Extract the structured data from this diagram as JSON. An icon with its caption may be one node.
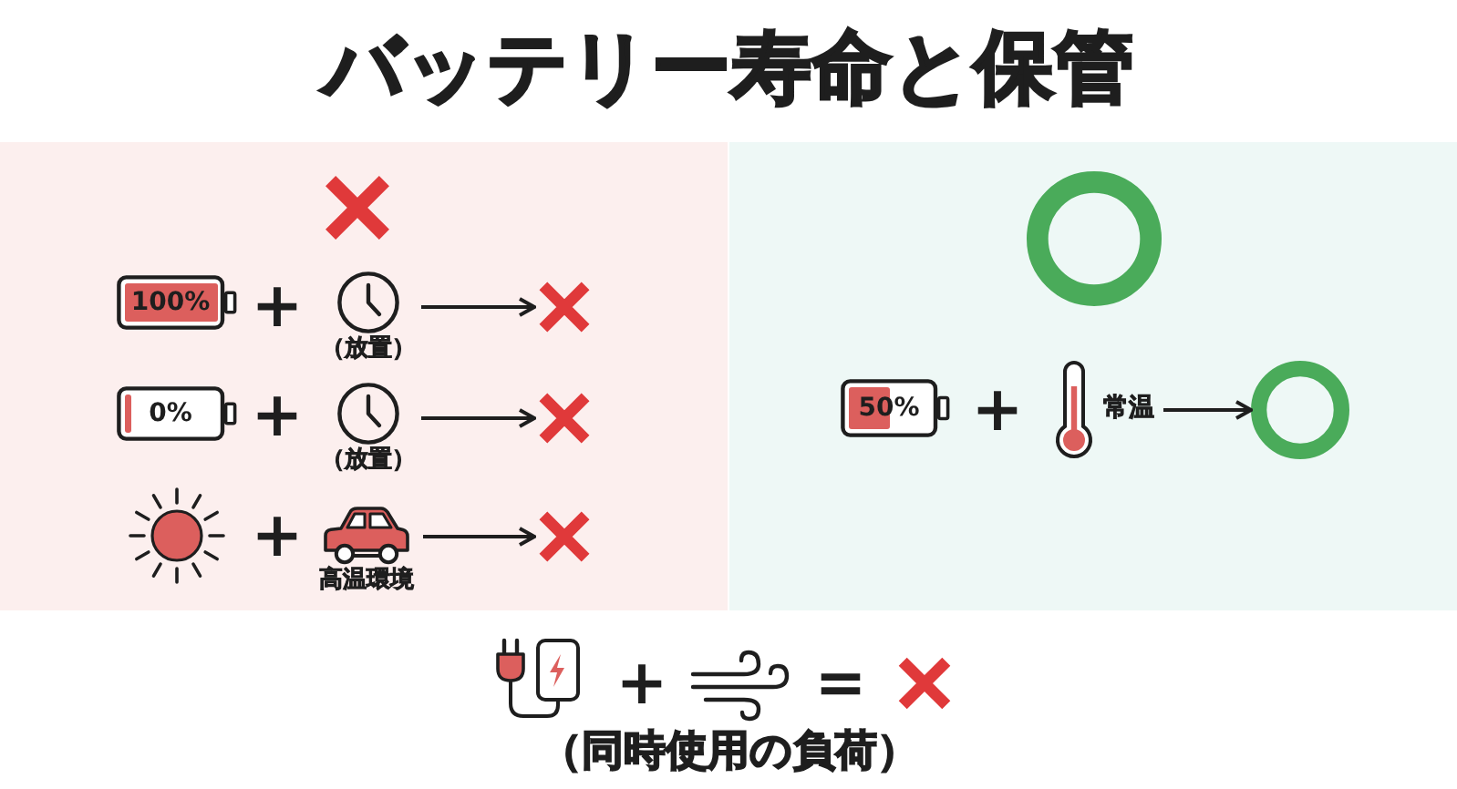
{
  "diagram": {
    "title": "バッテリー寿命と保管",
    "nodes": [
      {
        "text": [],
        "shape": "box"
      },
      {
        "text": [],
        "shape": "cross",
        "in": 0
      },
      {
        "text": [
          "100%"
        ],
        "in": 0
      },
      {
        "text": [],
        "shape": "picture",
        "beside": [
          "（放置）"
        ],
        "in": 0
      },
      {
        "text": [],
        "shape": "cross",
        "in": 0
      },
      {
        "text": [
          "0%"
        ],
        "in": 0
      },
      {
        "text": [],
        "shape": "picture",
        "beside": [
          "（放置）"
        ],
        "in": 0
      },
      {
        "text": [],
        "shape": "cross",
        "in": 0
      },
      {
        "text": [],
        "shape": "sun",
        "in": 0
      },
      {
        "text": [],
        "shape": "picture",
        "beside": [
          "高温環境"
        ],
        "in": 0
      },
      {
        "text": [],
        "shape": "cross",
        "in": 0
      },
      {
        "text": [],
        "shape": "box"
      },
      {
        "text": [],
        "shape": "circle",
        "in": 11
      },
      {
        "text": [
          "50%"
        ],
        "in": 11
      },
      {
        "text": [],
        "shape": "picture",
        "beside": [
          "常温"
        ],
        "in": 11
      },
      {
        "text": [],
        "shape": "circle",
        "in": 11
      },
      {
        "text": [],
        "shape": "picture"
      },
      {
        "text": [],
        "shape": "picture"
      },
      {
        "text": [],
        "shape": "cross"
      }
    ],
    "edges": [
      {
        "from": 3,
        "to": 4,
        "arrow": "to"
      },
      {
        "from": 6,
        "to": 7,
        "arrow": "to"
      },
      {
        "from": 9,
        "to": 10,
        "arrow": "to"
      },
      {
        "from": 14,
        "to": 15,
        "arrow": "to"
      }
    ],
    "labels": [
      "+",
      "+",
      "+",
      "+",
      "+",
      "=",
      "（同時使用の負荷）"
    ]
  }
}
